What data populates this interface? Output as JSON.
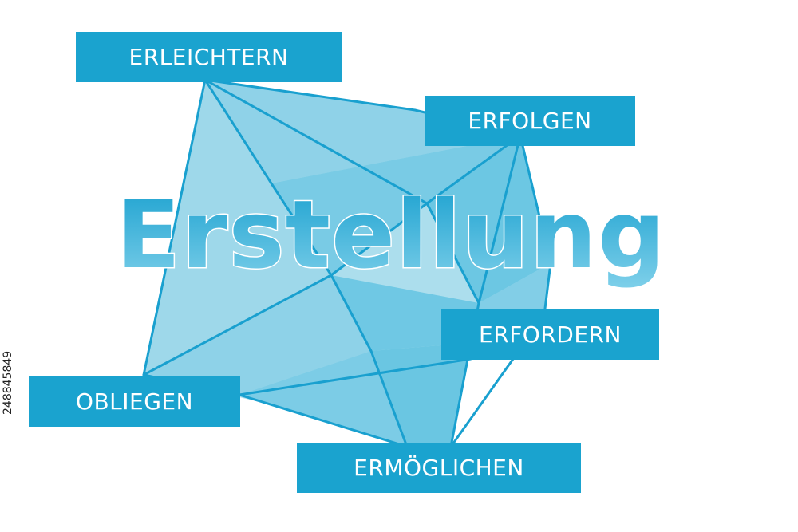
{
  "title": "Erstellung",
  "keywords": [
    "ERLEICHTERN",
    "ERFOLGEN",
    "ERFORDERN",
    "OBLIEGEN",
    "ERMÖGLICHEN"
  ],
  "watermark_id": "248845849",
  "colors": {
    "accent": "#1aa3cf",
    "shape_light": "#a8dcec",
    "shape_mid": "#6cc7e3",
    "line": "#19a0cf",
    "title_top": "#19a0cf",
    "title_bottom": "#7fd0ea"
  }
}
